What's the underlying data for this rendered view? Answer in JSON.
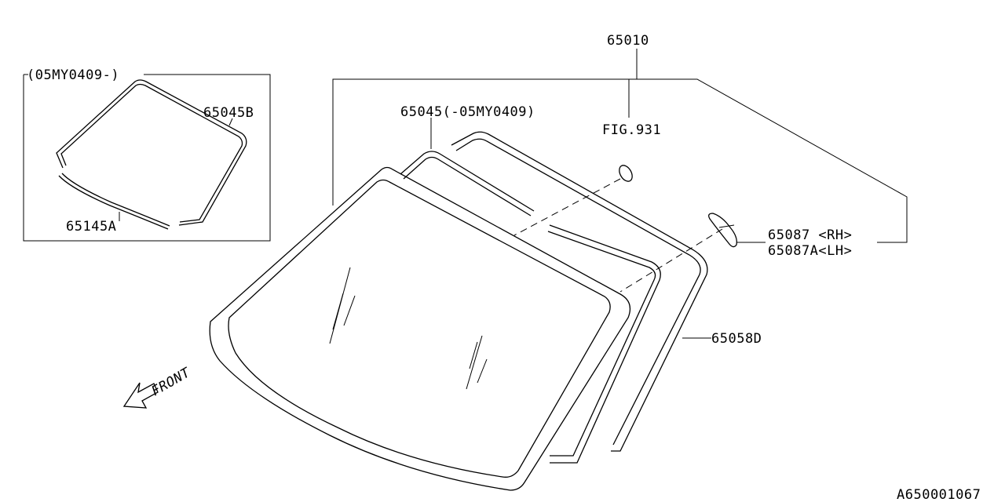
{
  "labels": {
    "main_part": "65010",
    "molding_main": "65045(-05MY0409)",
    "fig_ref": "FIG.931",
    "clip_rh": "65087 <RH>",
    "clip_lh": "65087A<LH>",
    "dam": "65058D",
    "inset_range": "(05MY0409-)",
    "inset_molding_upper": "65045B",
    "inset_molding_lower": "65145A",
    "front_arrow": "FRONT",
    "diagram_id": "A650001067"
  }
}
